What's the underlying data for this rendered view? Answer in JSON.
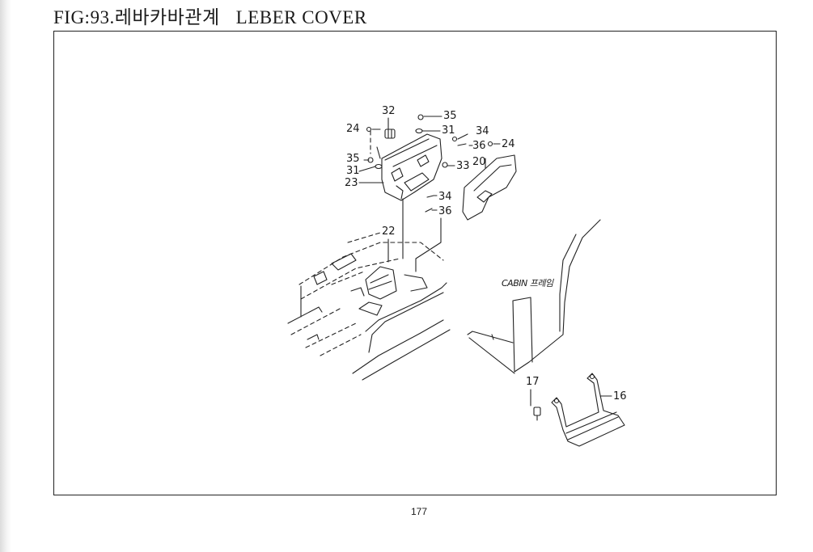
{
  "header": {
    "figure_label": "FIG:93.레바카바관계",
    "figure_title": "LEBER COVER"
  },
  "diagram": {
    "cabin_label": "CABIN 프레임",
    "callouts": {
      "c16": "16",
      "c17": "17",
      "c20": "20",
      "c22": "22",
      "c23": "23",
      "c24a": "24",
      "c24b": "24",
      "c31a": "31",
      "c31b": "31",
      "c32": "32",
      "c33": "33",
      "c34a": "34",
      "c34b": "34",
      "c35a": "35",
      "c35b": "35",
      "c36a": "36",
      "c36b": "36"
    }
  },
  "footer": {
    "page_number": "177"
  }
}
